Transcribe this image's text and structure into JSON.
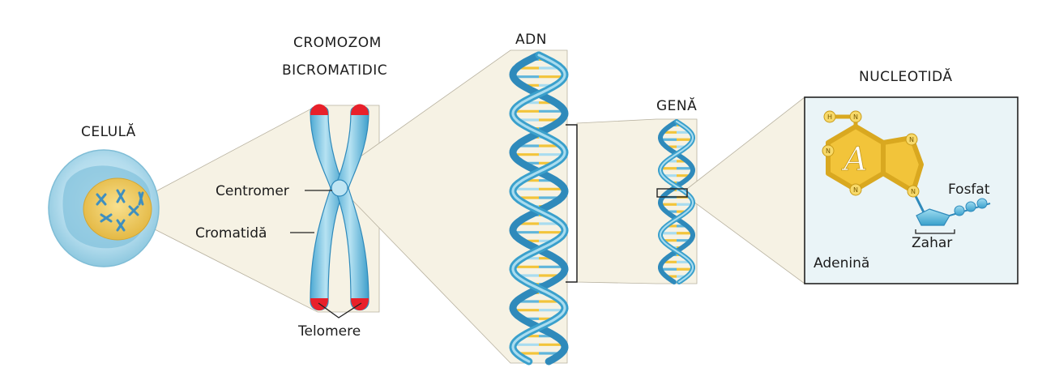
{
  "titles": {
    "cell": "CELULĂ",
    "chromosome_line1": "CROMOZOM",
    "chromosome_line2": "BICROMATIDIC",
    "dna": "ADN",
    "gene": "GENĂ",
    "nucleotide": "NUCLEOTIDĂ"
  },
  "labels": {
    "centromere": "Centromer",
    "chromatid": "Cromatidă",
    "telomeres": "Telomere",
    "phosphate": "Fosfat",
    "sugar": "Zahar",
    "adenine": "Adenină"
  },
  "molecule": {
    "base_letter": "A",
    "nitrogen": "N",
    "hydrogen": "H"
  },
  "colors": {
    "strand_blue": "#3aa0cc",
    "strand_light": "#a9dcef",
    "base_yellow": "#f2c43a",
    "telomere_red": "#e8202a",
    "nucleus_yellow": "#f0cf63",
    "zoom_fill": "#f6f2e4",
    "panel_fill": "#eaf4f7"
  }
}
